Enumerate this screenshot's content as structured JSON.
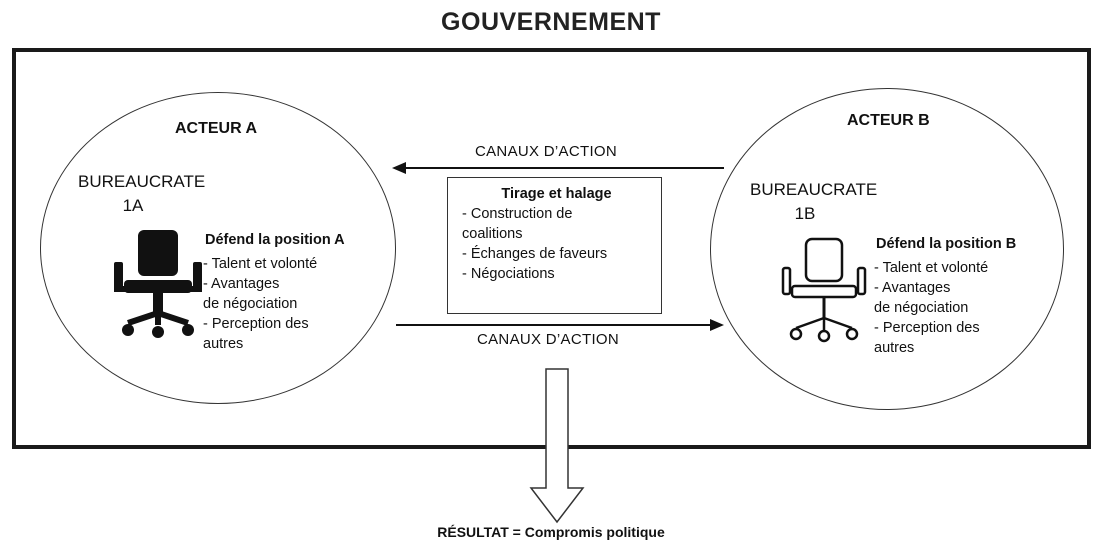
{
  "title": "GOUVERNEMENT",
  "actor_a": {
    "title": "ACTEUR A",
    "bureaucrat_line1": "BUREAUCRATE",
    "bureaucrat_line2": "1A",
    "defends": "Défend la position A",
    "qualities": [
      "- Talent et volonté",
      "- Avantages",
      "de négociation",
      "- Perception des",
      "autres"
    ],
    "chair_icon": "office-chair-filled-icon"
  },
  "actor_b": {
    "title": "ACTEUR B",
    "bureaucrat_line1": "BUREAUCRATE",
    "bureaucrat_line2": "1B",
    "defends": "Défend la position B",
    "qualities": [
      "- Talent et volonté",
      "- Avantages",
      "de négociation",
      "- Perception des",
      "autres"
    ],
    "chair_icon": "office-chair-outline-icon"
  },
  "pulling_hauling": {
    "title": "Tirage et halage",
    "tactics": [
      "- Construction de",
      "coalitions",
      "- Échanges de faveurs",
      "- Négociations"
    ]
  },
  "channels": {
    "top_label": "CANAUX D’ACTION",
    "bottom_label": "CANAUX D’ACTION"
  },
  "result": "RÉSULTAT = Compromis politique",
  "colors": {
    "ink": "#111111",
    "frame": "#1a1a1a",
    "background": "#ffffff"
  }
}
